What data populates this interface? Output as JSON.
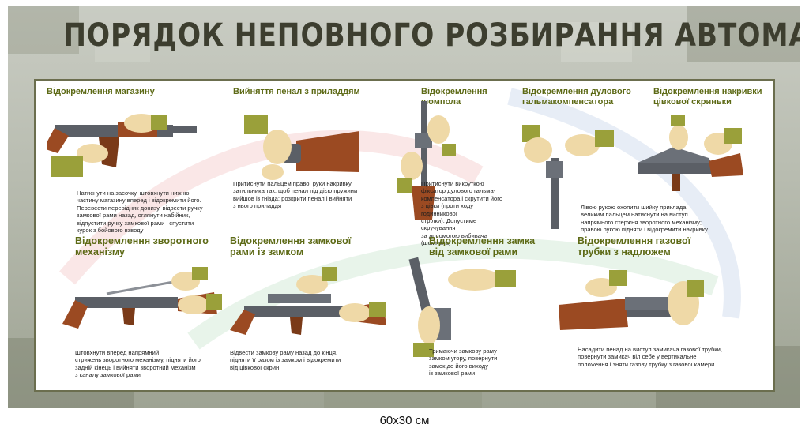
{
  "title": "ПОРЯДОК НЕПОВНОГО РОЗБИРАННЯ АВТОМАТА",
  "size_label": "60х30 см",
  "colors": {
    "heading": "#5d6a16",
    "glove": "#9aa03a",
    "skin": "#efd9a7",
    "wood": "#9b4a22",
    "metal": "#5b5f66"
  },
  "steps": [
    {
      "title": "Відокремлення магазину",
      "text": "Натиснути на засочку, штовхнути нижню\nчастину магазину вперед і відокремити його.\nПеревести перевідник донизу, відвести ручку\nзамкової рами назад, оглянути набійник,\nвідпустити ручку замкової рами і спустити\nкурок з бойового взводу"
    },
    {
      "title": "Вийняття пенал з приладдям",
      "text": "Притиснути пальцем правої руки накривку\nзатильника так, щоб пенал під дією пружини\nвийшов із гнізда; розкрити пенал і вийняти\nз нього приладдя"
    },
    {
      "title": "Відокремлення\nшомпола",
      "text": "Притиснути викруткою\nфіксатор дулового гальма-\nкомпенсатора і скрутити його\nз цівки (проти ходу годинникової\nстрілки). Допустиме скручування\nза допомогою вибивача\n(шомпола)"
    },
    {
      "title": "Відокремлення дулового\nгальмакомпенсатора",
      "text": ""
    },
    {
      "title": "Відокремлення накривки\nцівкової скриньки",
      "text": "Лівою рукою охопити шийку приклада,\nвеликим пальцем натиснути на виступ\nнапрямного стержня зворотного механізму;\nправою рукою підняти і відокремити накривку"
    },
    {
      "title": "Відокремлення зворотного\nмеханізму",
      "text": "Штовхнути вперед напрямний\nстрижень зворотного механізму, підняти його\nзадній кінець і вийняти зворотний механізм\nз каналу замкової рами"
    },
    {
      "title": "Відокремлення замкової\nрами із замком",
      "text": "Відвести замкову раму назад до кінця,\nпідняти її разом із замком і відокремити\nвід цівкової скрин"
    },
    {
      "title": "Відокремлення замка\nвід замкової рами",
      "text": "Тримаючи замкову раму\nзамком угору, повернути\nзамок до його виходу\nіз замкової рами"
    },
    {
      "title": "Відокремлення газової\nтрубки з надложем",
      "text": "Насадити пенад на виступ замикача газової трубки,\nповернути замикач віл себе у вертикальне\nположення і зняти газову трубку з газової камери"
    }
  ]
}
